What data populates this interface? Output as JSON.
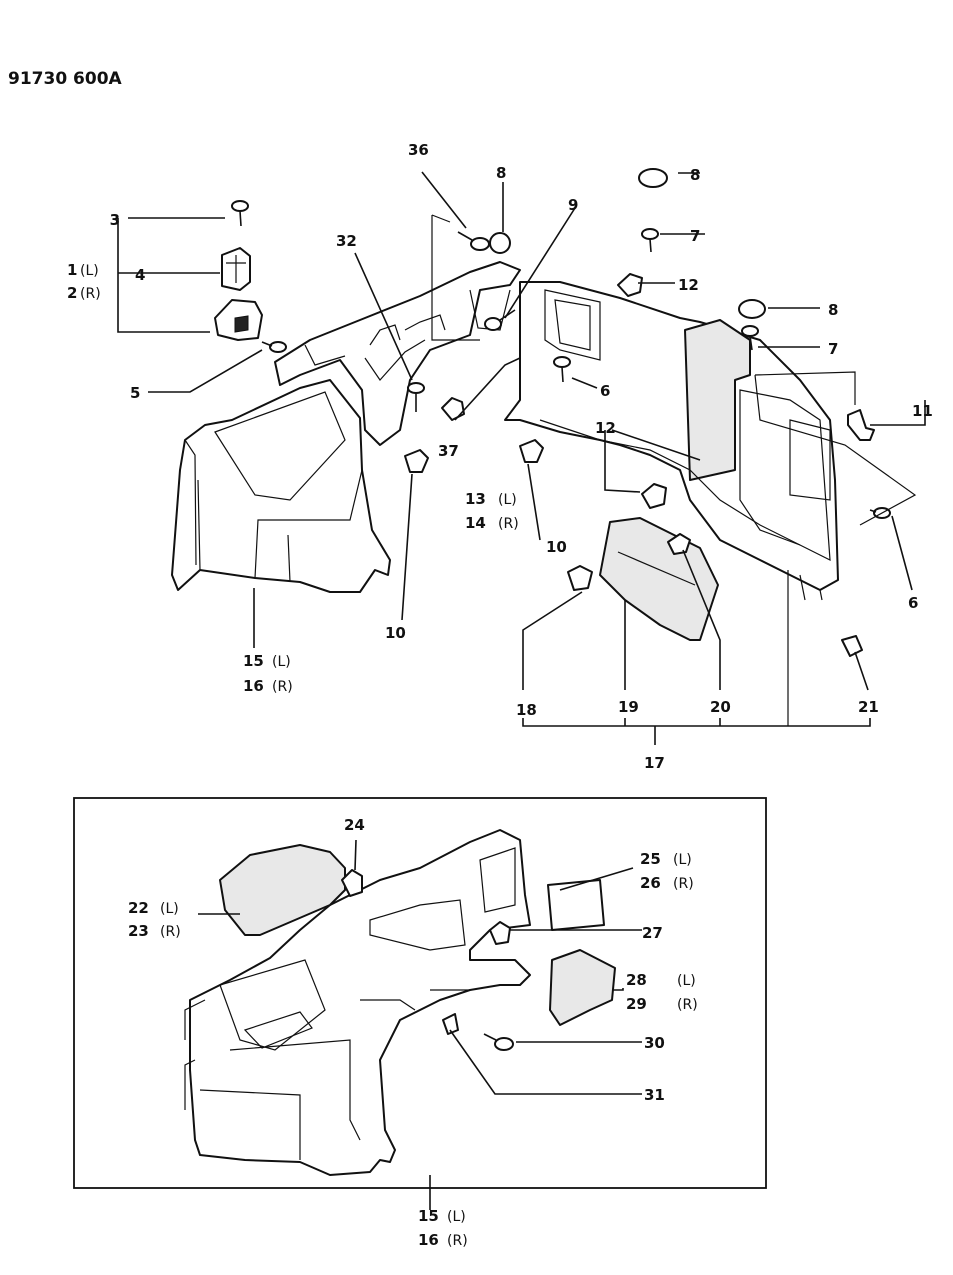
{
  "diagram_code": "91730 600A",
  "callouts": {
    "n1": "1",
    "n1s": "(L)",
    "n2": "2",
    "n2s": "(R)",
    "n3": "3",
    "n4": "4",
    "n5": "5",
    "n6a": "6",
    "n6b": "6",
    "n7a": "7",
    "n7b": "7",
    "n8a": "8",
    "n8b": "8",
    "n8c": "8",
    "n9": "9",
    "n10a": "10",
    "n10b": "10",
    "n11": "11",
    "n12a": "12",
    "n12b": "12",
    "n13": "13",
    "n13s": "(L)",
    "n14": "14",
    "n14s": "(R)",
    "n15a": "15",
    "n15as": "(L)",
    "n16a": "16",
    "n16as": "(R)",
    "n17": "17",
    "n18": "18",
    "n19": "19",
    "n20": "20",
    "n21": "21",
    "n22": "22",
    "n22s": "(L)",
    "n23": "23",
    "n23s": "(R)",
    "n24": "24",
    "n25": "25",
    "n25s": "(L)",
    "n26": "26",
    "n26s": "(R)",
    "n27": "27",
    "n28": "28",
    "n28s": "(L)",
    "n29": "29",
    "n29s": "(R)",
    "n30": "30",
    "n31": "31",
    "n32": "32",
    "n36": "36",
    "n37": "37",
    "n15b": "15",
    "n15bs": "(L)",
    "n16b": "16",
    "n16bs": "(R)"
  }
}
